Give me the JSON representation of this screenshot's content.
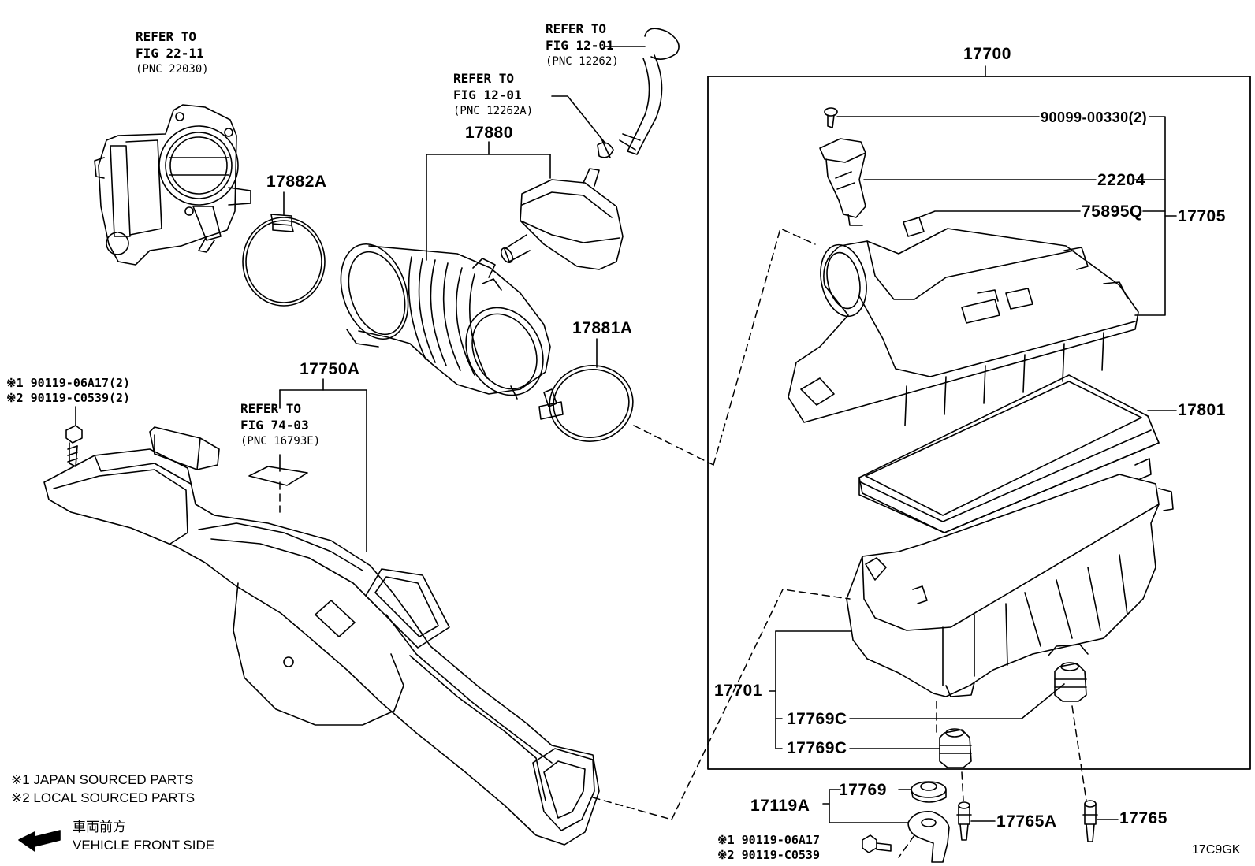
{
  "refs": {
    "throttle": {
      "line1": "REFER TO",
      "line2": "FIG 22-11",
      "pnc": "(PNC 22030)"
    },
    "hose_12262": {
      "line1": "REFER TO",
      "line2": "FIG 12-01",
      "pnc": "(PNC 12262)"
    },
    "hose_12262a": {
      "line1": "REFER TO",
      "line2": "FIG 12-01",
      "pnc": "(PNC 12262A)"
    },
    "duct_16793e": {
      "line1": "REFER TO",
      "line2": "FIG 74-03",
      "pnc": "(PNC 16793E)"
    }
  },
  "parts": {
    "p17700": "17700",
    "p90099": "90099-00330(2)",
    "p22204": "22204",
    "p75895q": "75895Q",
    "p17705": "17705",
    "p17880": "17880",
    "p17882a": "17882A",
    "p17881a": "17881A",
    "p17750a": "17750A",
    "p17801": "17801",
    "p17701": "17701",
    "p17769c_1": "17769C",
    "p17769c_2": "17769C",
    "p17769": "17769",
    "p17119a": "17119A",
    "p17765a": "17765A",
    "p17765": "17765"
  },
  "bolts_left": {
    "l1": "※1 90119-06A17(2)",
    "l2": "※2 90119-C0539(2)"
  },
  "bolts_bottom": {
    "l1": "※1 90119-06A17",
    "l2": "※2 90119-C0539"
  },
  "legend": {
    "l1": "※1 JAPAN SOURCED PARTS",
    "l2": "※2 LOCAL SOURCED PARTS",
    "front_jp": "車両前方",
    "front_en": "VEHICLE FRONT SIDE"
  },
  "figure_code": "17C9GK"
}
